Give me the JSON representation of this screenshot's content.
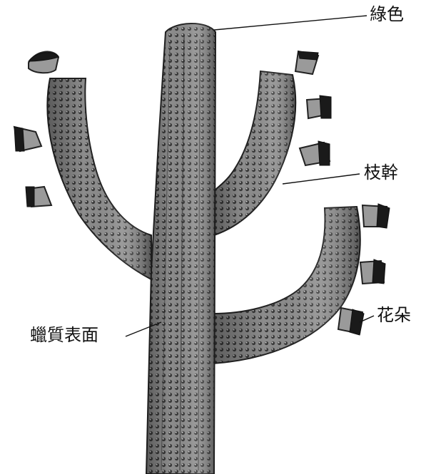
{
  "labels": {
    "green": "綠色",
    "branch": "枝幹",
    "flower": "花朵",
    "waxy_surface": "蠟質表面"
  }
}
